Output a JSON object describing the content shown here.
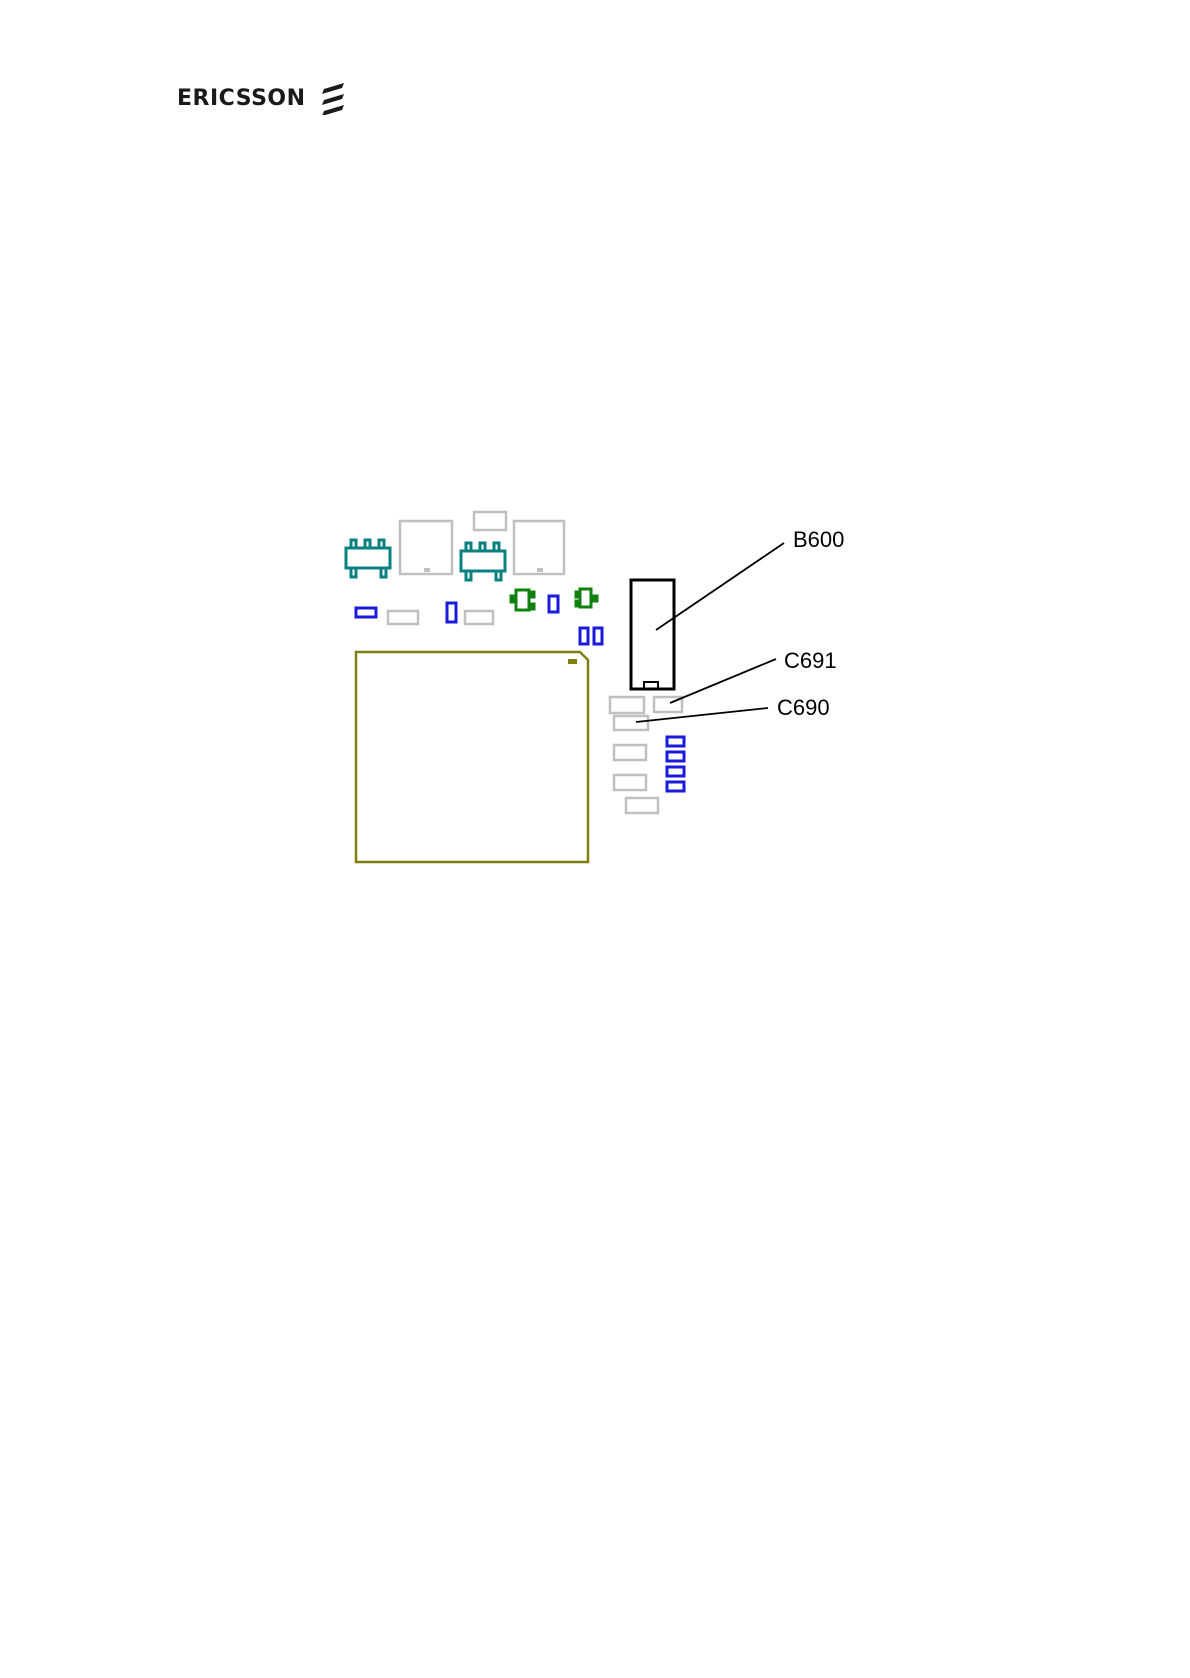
{
  "header": {
    "brand_name": "ERICSSON",
    "brand_icon": "ericsson-logo-icon"
  },
  "diagram": {
    "labels": {
      "b600": "B600",
      "c691": "C691",
      "c690": "C690"
    },
    "colors": {
      "inactive_part": "#c0c0c0",
      "passive_blue": "#1a1adc",
      "transistor_teal": "#0a8080",
      "diode_green": "#108010",
      "ic_outline": "#808010",
      "highlight": "#000000"
    }
  }
}
